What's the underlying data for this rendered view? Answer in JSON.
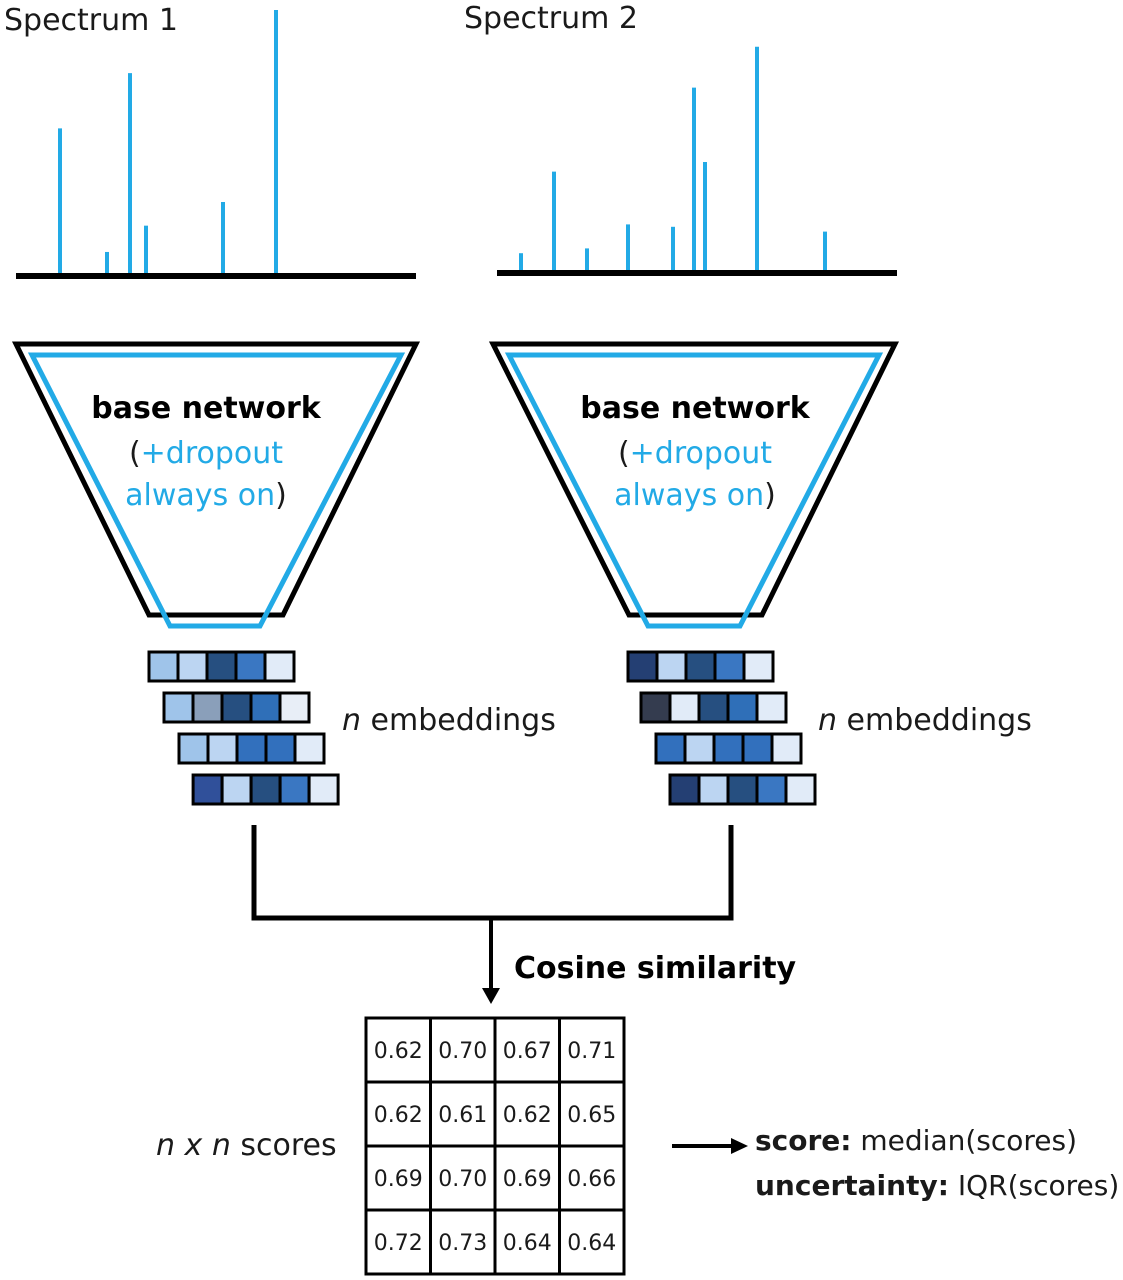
{
  "spectra": [
    {
      "title": "Spectrum 1",
      "peaks": [
        0.55,
        0.08,
        0.76,
        0.18,
        0.27,
        1.0
      ]
    },
    {
      "title": "Spectrum 2",
      "peaks": [
        0.07,
        0.41,
        0.09,
        0.19,
        0.18,
        0.76,
        0.45,
        0.93,
        0.16
      ]
    }
  ],
  "network": {
    "title": "base network",
    "sub_open": "(",
    "sub_line1": "+dropout",
    "sub_line2": "always on",
    "sub_close": ")"
  },
  "embeddings": {
    "label_var": "n",
    "label_text": " embeddings",
    "left": [
      [
        "#9fc4ea",
        "#bcd5f2",
        "#264f80",
        "#3a77c2",
        "#e1ebf8"
      ],
      [
        "#9fc4ea",
        "#8a9fba",
        "#264f80",
        "#2f6fb8",
        "#e8eef7"
      ],
      [
        "#9fc4ea",
        "#bcd5f2",
        "#3270bd",
        "#3270bd",
        "#e1ebf8"
      ],
      [
        "#30509a",
        "#bcd5f2",
        "#264f80",
        "#3a77c2",
        "#e1ebf8"
      ]
    ],
    "right": [
      [
        "#243f73",
        "#bcd5f2",
        "#264f80",
        "#3a77c2",
        "#e1ebf8"
      ],
      [
        "#343c4f",
        "#e1ebf8",
        "#264f80",
        "#2f6fb8",
        "#e1ebf8"
      ],
      [
        "#3270bd",
        "#bcd5f2",
        "#3270bd",
        "#3270bd",
        "#e1ebf8"
      ],
      [
        "#243f73",
        "#bcd5f2",
        "#264f80",
        "#3a77c2",
        "#e1ebf8"
      ]
    ]
  },
  "cosine_label": "Cosine similarity",
  "scores": {
    "label_n1": "n",
    "label_x": " x ",
    "label_n2": "n",
    "label_text": " scores",
    "matrix": [
      [
        "0.62",
        "0.70",
        "0.67",
        "0.71"
      ],
      [
        "0.62",
        "0.61",
        "0.62",
        "0.65"
      ],
      [
        "0.69",
        "0.70",
        "0.69",
        "0.66"
      ],
      [
        "0.72",
        "0.73",
        "0.64",
        "0.64"
      ]
    ]
  },
  "output": {
    "score_label": "score:",
    "score_value": " median(scores)",
    "uncertainty_label": "uncertainty:",
    "uncertainty_value": " IQR(scores)"
  },
  "colors": {
    "accent": "#22aae6",
    "line": "#000000"
  }
}
